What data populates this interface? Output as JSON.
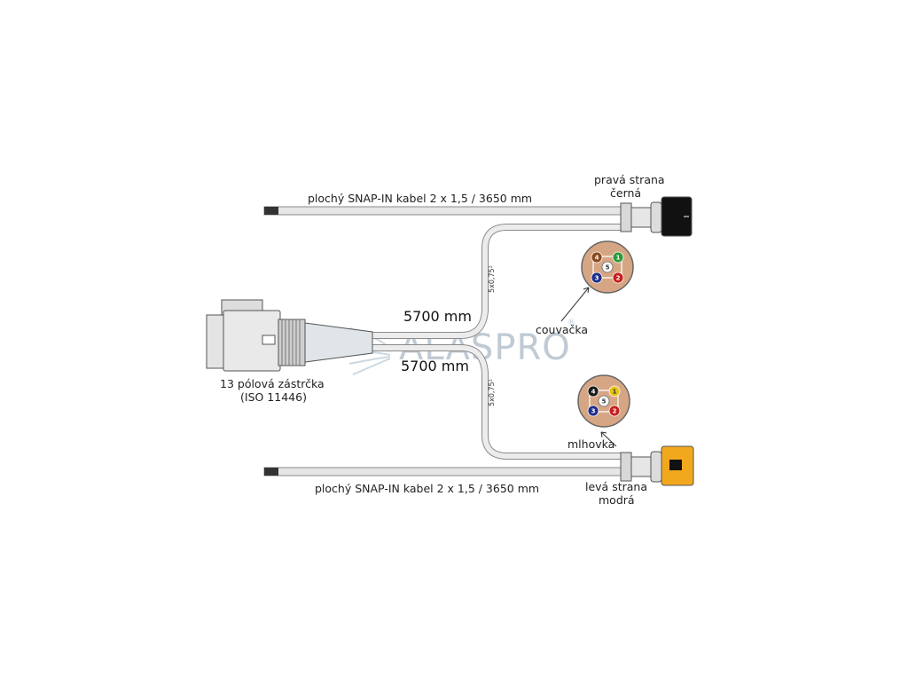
{
  "labels": {
    "top_cable": "plochý SNAP-IN kabel 2 x 1,5 / 3650 mm",
    "bottom_cable": "plochý SNAP-IN kabel 2 x 1,5 / 3650 mm",
    "right_side_line1": "pravá strana",
    "right_side_line2": "černá",
    "left_side_line1": "levá strana",
    "left_side_line2": "modrá",
    "length_top": "5700 mm",
    "length_bottom": "5700 mm",
    "cable_spec_top": "5x0,75²",
    "cable_spec_bottom": "5x0,75²",
    "reverse_light": "couvačka",
    "fog_light": "mlhovka",
    "plug_line1": "13 pólová zástrčka",
    "plug_line2": "(ISO 11446)"
  },
  "socket_top_pins": [
    {
      "num": "4",
      "color": "#8a4a1e"
    },
    {
      "num": "1",
      "color": "#2e9a3a"
    },
    {
      "num": "5",
      "color": "#ffffff"
    },
    {
      "num": "3",
      "color": "#1f2f8a"
    },
    {
      "num": "2",
      "color": "#c4201e"
    }
  ],
  "socket_bottom_pins": [
    {
      "num": "4",
      "color": "#1a1a1a"
    },
    {
      "num": "1",
      "color": "#e8c21a"
    },
    {
      "num": "5",
      "color": "#ffffff"
    },
    {
      "num": "3",
      "color": "#1f2f8a"
    },
    {
      "num": "2",
      "color": "#c4201e"
    }
  ],
  "watermark": {
    "text": "ALASPRO",
    "mark": "®"
  },
  "colors": {
    "right_connector": "#111111",
    "left_connector": "#f2a81d",
    "socket_body": "#d6a684",
    "cable": "#e6e6e6",
    "cable_outline": "#8a8a8a"
  }
}
